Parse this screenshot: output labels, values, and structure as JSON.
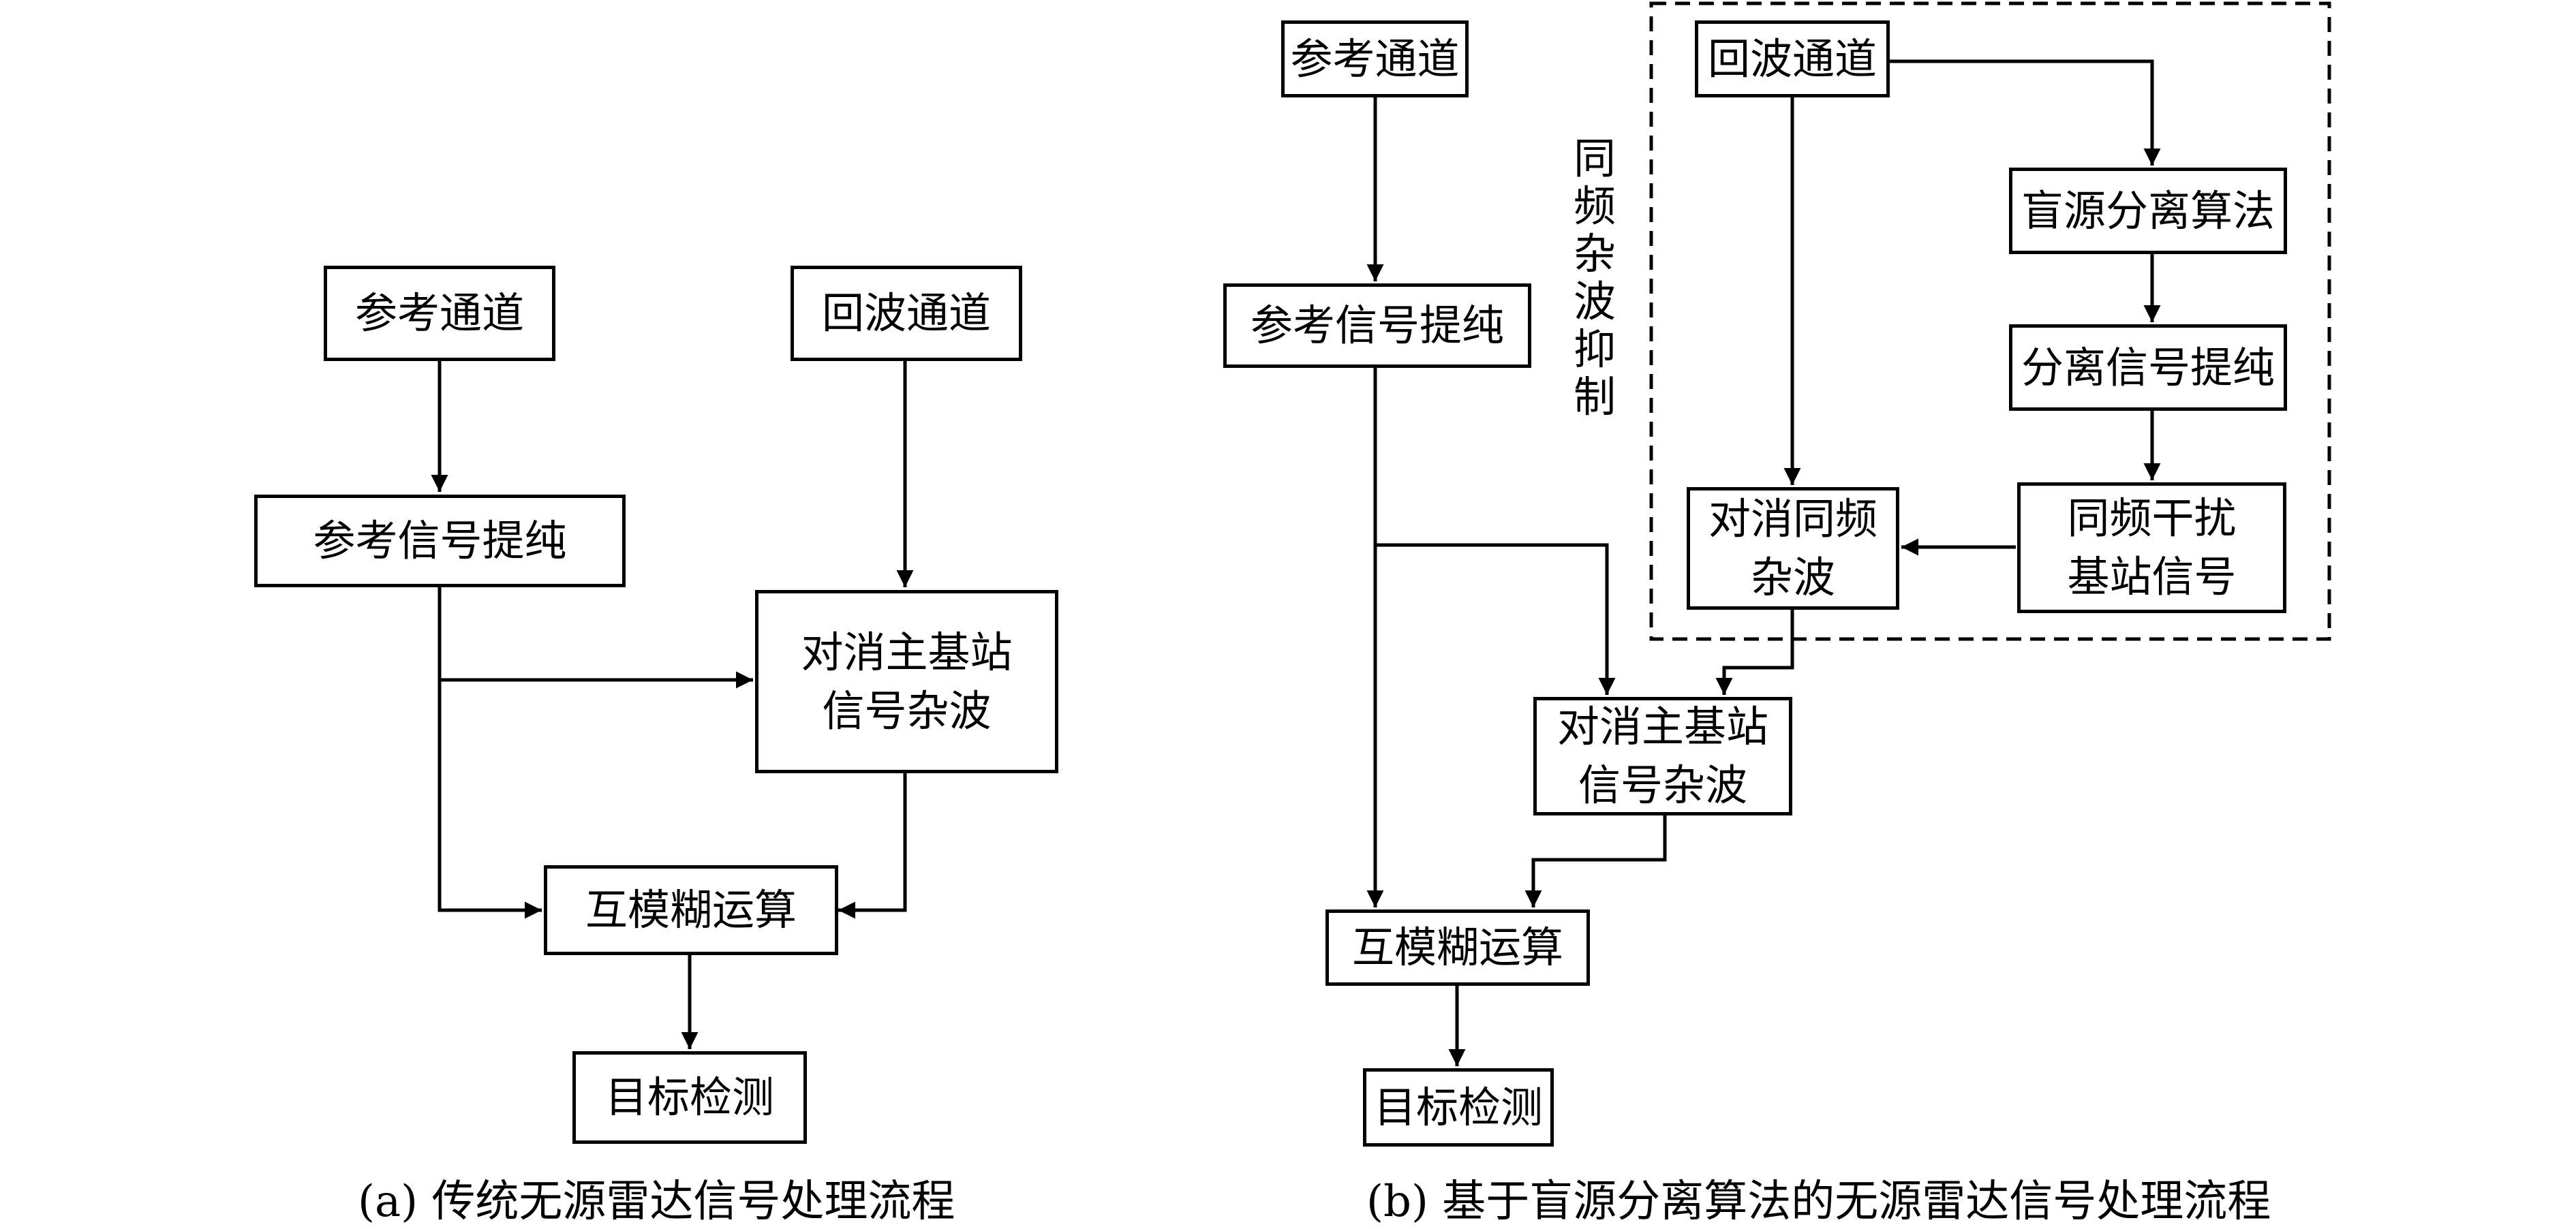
{
  "diagram_a": {
    "nodes": {
      "ref_channel": "参考通道",
      "echo_channel": "回波通道",
      "ref_purify": "参考信号提纯",
      "cancel_main": "对消主基站\n信号杂波",
      "cross_ambiguity": "互模糊运算",
      "target_detect": "目标检测"
    },
    "caption": "(a) 传统无源雷达信号处理流程"
  },
  "diagram_b": {
    "nodes": {
      "ref_channel": "参考通道",
      "echo_channel": "回波通道",
      "bss": "盲源分离算法",
      "ref_purify": "参考信号提纯",
      "sep_purify": "分离信号提纯",
      "cancel_cochannel": "对消同频\n杂波",
      "cochannel_interf": "同频干扰\n基站信号",
      "cancel_main": "对消主基站\n信号杂波",
      "cross_ambiguity": "互模糊运算",
      "target_detect": "目标检测"
    },
    "group_label": [
      "同",
      "频",
      "杂",
      "波",
      "抑",
      "制"
    ],
    "caption": "(b) 基于盲源分离算法的无源雷达信号处理流程"
  }
}
